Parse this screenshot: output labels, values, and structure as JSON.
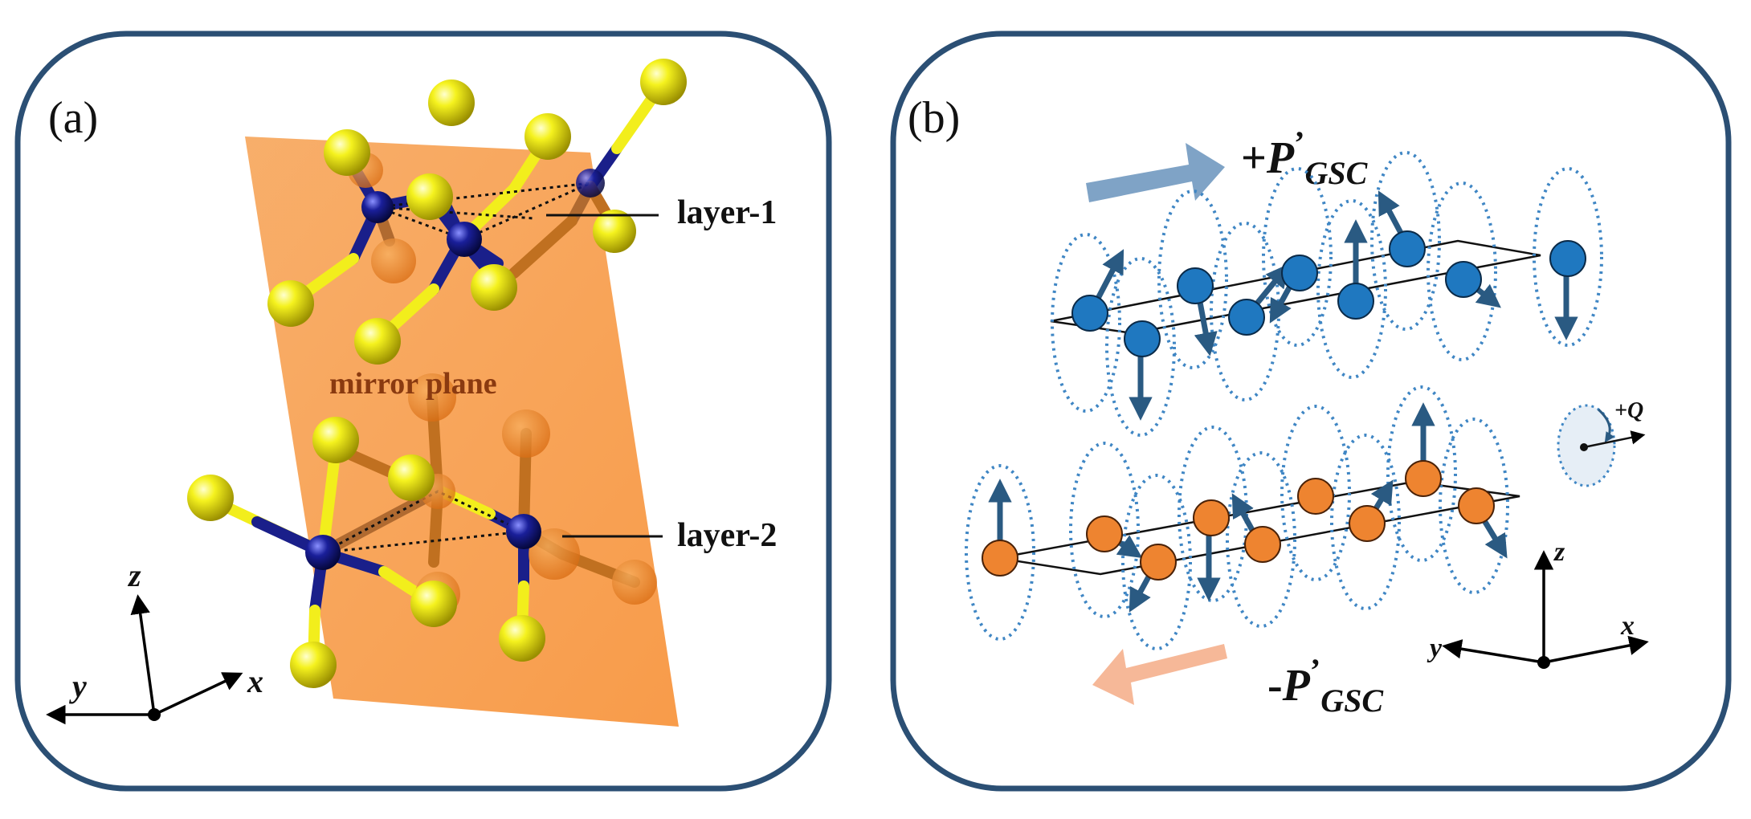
{
  "panel_a": {
    "label": "(a)",
    "layer1_label": "layer-1",
    "layer2_label": "layer-2",
    "plane_label": "mirror plane",
    "axes": {
      "x": "x",
      "y": "y",
      "z": "z"
    }
  },
  "panel_b": {
    "label": "(b)",
    "top_polarization": {
      "sign": "+",
      "symbol": "P",
      "prime": "’",
      "subscript": "GSC"
    },
    "bottom_polarization": {
      "sign": "-",
      "symbol": "P",
      "prime": "’",
      "subscript": "GSC"
    },
    "q_label": "+Q",
    "axes": {
      "x": "x",
      "y": "y",
      "z": "z"
    }
  },
  "colors": {
    "panel_border": "#2b4f74",
    "plane": "#f7963a",
    "plane_label": "#8a3a10",
    "metal_atom": "#1a1f8a",
    "ligand_atom": "#f2ee1c",
    "blue_site": "#1f78c0",
    "orange_site": "#ee8430",
    "arrow_dark": "#2a5a82",
    "ellipse": "#3f86c4",
    "top_big_arrow": "#7fa3c6",
    "bottom_big_arrow": "#f6b898"
  }
}
